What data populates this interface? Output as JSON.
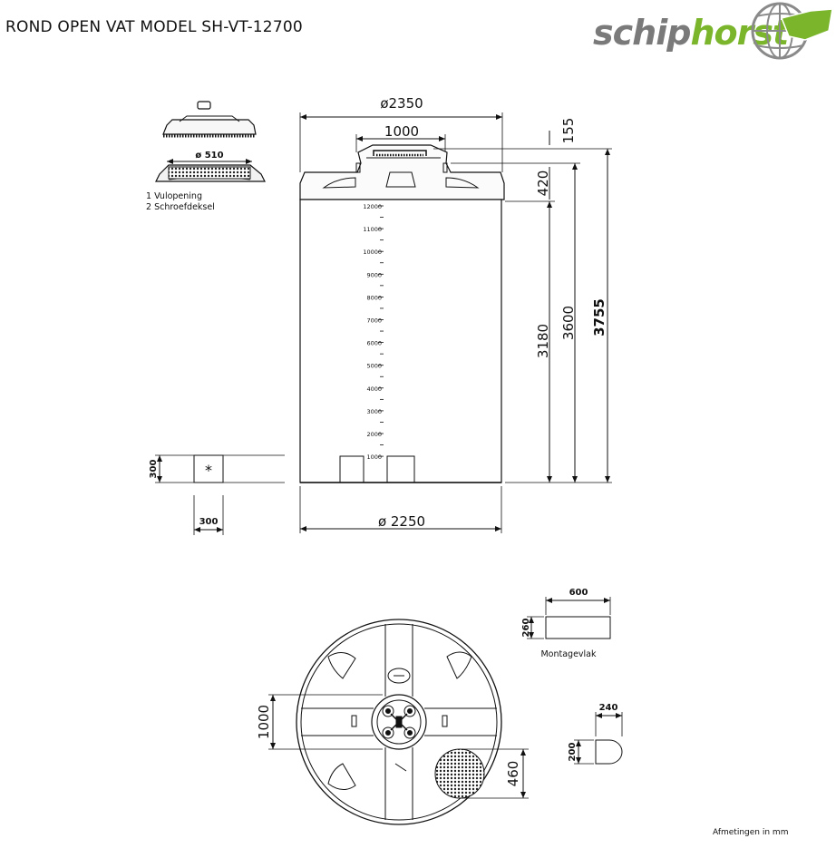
{
  "header": {
    "title": "ROND OPEN VAT MODEL SH-VT-12700",
    "logo": {
      "text_part1": "schip",
      "text_part2": "horst",
      "color_grey": "#7a7a7a",
      "color_green": "#7ab52c"
    }
  },
  "lid_detail": {
    "diameter_label": "ø 510",
    "legend": [
      "1 Vulopening",
      "2 Schroefdeksel"
    ]
  },
  "side_view": {
    "top_diameter": "ø2350",
    "opening_width": "1000",
    "bottom_diameter": "ø  2250",
    "dim_155": "155",
    "dim_420": "420",
    "dim_3180": "3180",
    "dim_3600": "3600",
    "dim_3755": "3755",
    "scale_labels": [
      "12000",
      "11000",
      "10000",
      "9000",
      "8000",
      "7000",
      "6000",
      "5000",
      "4000",
      "3000",
      "2000",
      "1000"
    ]
  },
  "base_block": {
    "height": "300",
    "width": "300",
    "symbol": "*"
  },
  "mounting": {
    "width": "600",
    "height": "260",
    "label": "Montagevlak"
  },
  "profile": {
    "width": "240",
    "height": "200"
  },
  "top_view": {
    "dim_1000": "1000",
    "dim_460": "460"
  },
  "footer": {
    "units": "Afmetingen in mm"
  }
}
